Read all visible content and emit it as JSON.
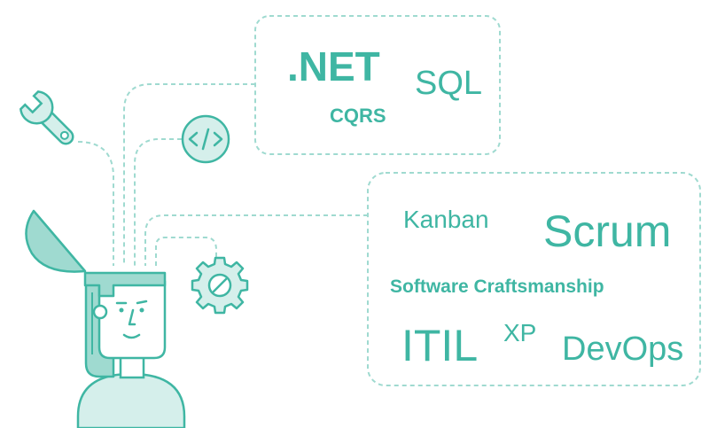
{
  "colors": {
    "accent": "#3fb6a3",
    "light_fill": "#d5efeb",
    "mid_fill": "#9fdad0",
    "stroke": "#3fb6a3"
  },
  "icons": [
    "wrench-icon",
    "code-icon",
    "gear-icon"
  ],
  "tech_box": {
    "net": ".NET",
    "sql": "SQL",
    "cqrs": "CQRS"
  },
  "method_box": {
    "kanban": "Kanban",
    "scrum": "Scrum",
    "software_craftsmanship": "Software Craftsmanship",
    "itil": "ITIL",
    "xp": "XP",
    "devops": "DevOps"
  }
}
